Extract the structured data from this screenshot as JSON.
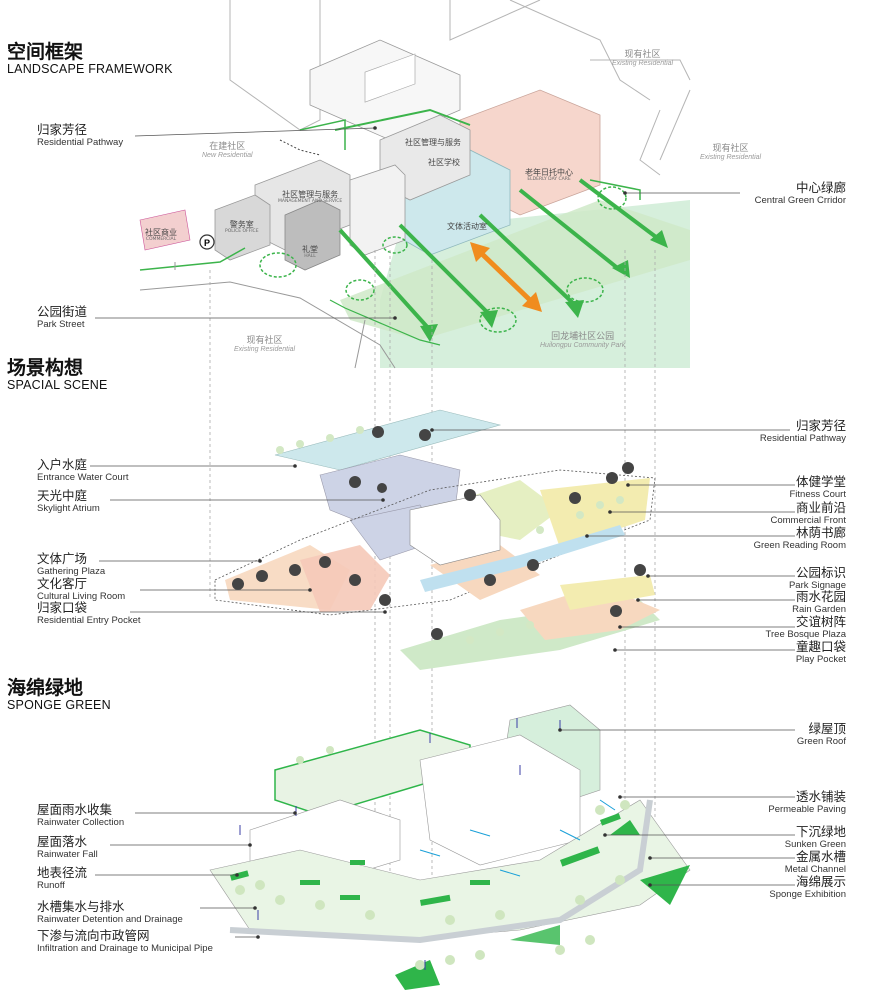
{
  "sections": {
    "landscape": {
      "cn": "空间框架",
      "en": "LANDSCAPE FRAMEWORK"
    },
    "scene": {
      "cn": "场景构想",
      "en": "SPACIAL SCENE"
    },
    "sponge": {
      "cn": "海绵绿地",
      "en": "SPONGE GREEN"
    }
  },
  "landscape_labels": {
    "residential_pathway": {
      "cn": "归家芳径",
      "en": "Residential Pathway"
    },
    "park_street": {
      "cn": "公园街道",
      "en": "Park Street"
    },
    "central_green": {
      "cn": "中心绿廊",
      "en": "Central Green Crridor"
    }
  },
  "map_labels": {
    "existing_top": {
      "cn": "现有社区",
      "en": "Existing Residential"
    },
    "new_res": {
      "cn": "在建社区",
      "en": "New Residential"
    },
    "existing_right": {
      "cn": "现有社区",
      "en": "Existing Residential"
    },
    "existing_bottom": {
      "cn": "现有社区",
      "en": "Existing Residential"
    },
    "park": {
      "cn": "回龙埔社区公园",
      "en": "Huilongpu Community Park"
    }
  },
  "buildings": {
    "commercial": {
      "cn": "社区商业",
      "en": "COMMERCIAL"
    },
    "police": {
      "cn": "警务室",
      "en": "POLICE OFFICE"
    },
    "mgmt1": {
      "cn": "社区管理与服务",
      "en": "MANAGEMENT AND SERVICE"
    },
    "mgmt2": {
      "cn": "社区管理与服务",
      "en": ""
    },
    "hall": {
      "cn": "礼堂",
      "en": "HALL"
    },
    "culture": {
      "cn": "文体活动室",
      "en": ""
    },
    "elderly": {
      "cn": "老年日托中心",
      "en": "ELDERLY DAY CARE"
    },
    "school": {
      "cn": "社区学校",
      "en": ""
    }
  },
  "scene_labels_left": [
    {
      "cn": "入户水庭",
      "en": "Entrance Water Court"
    },
    {
      "cn": "天光中庭",
      "en": "Skylight Atrium"
    },
    {
      "cn": "文体广场",
      "en": "Gathering Plaza"
    },
    {
      "cn": "文化客厅",
      "en": "Cultural Living Room"
    },
    {
      "cn": "归家口袋",
      "en": "Residential Entry Pocket"
    }
  ],
  "scene_labels_right": [
    {
      "cn": "归家芳径",
      "en": "Residential Pathway"
    },
    {
      "cn": "体健学堂",
      "en": "Fitness Court"
    },
    {
      "cn": "商业前沿",
      "en": "Commercial Front"
    },
    {
      "cn": "林荫书廊",
      "en": "Green Reading Room"
    },
    {
      "cn": "公园标识",
      "en": "Park Signage"
    },
    {
      "cn": "雨水花园",
      "en": "Rain Garden"
    },
    {
      "cn": "交谊树阵",
      "en": "Tree Bosque Plaza"
    },
    {
      "cn": "童趣口袋",
      "en": "Play Pocket"
    }
  ],
  "sponge_labels_left": [
    {
      "cn": "屋面雨水收集",
      "en": "Rainwater Collection"
    },
    {
      "cn": "屋面落水",
      "en": "Rainwater Fall"
    },
    {
      "cn": "地表径流",
      "en": "Runoff"
    },
    {
      "cn": "水槽集水与排水",
      "en": "Rainwater Detention and Drainage"
    },
    {
      "cn": "下渗与流向市政管网",
      "en": "Infiltration and Drainage to Municipal Pipe"
    }
  ],
  "sponge_labels_right": [
    {
      "cn": "绿屋顶",
      "en": "Green Roof"
    },
    {
      "cn": "透水铺装",
      "en": "Permeable Paving"
    },
    {
      "cn": "下沉绿地",
      "en": "Sunken Green"
    },
    {
      "cn": "金属水槽",
      "en": "Metal Channel"
    },
    {
      "cn": "海绵展示",
      "en": "Sponge Exhibition"
    }
  ],
  "colors": {
    "green": "#3cb44b",
    "light_green": "#cfe9c8",
    "park_green": "#d6efdc",
    "orange": "#f08c1e",
    "pink": "#f6d6cc",
    "teal": "#cde8ec",
    "blue_water": "#bfe0ef",
    "yellow": "#f3ecb0",
    "peach": "#f7d8bf",
    "lavender": "#cdd3e6",
    "sponge_green": "#2fb54a"
  }
}
